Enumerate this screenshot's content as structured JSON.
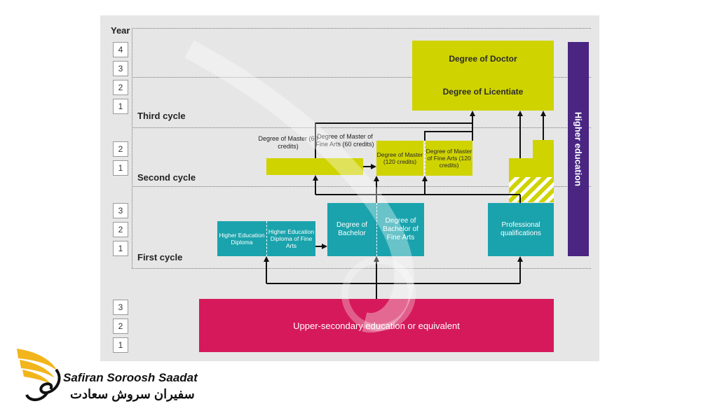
{
  "axis": {
    "year_label": "Year",
    "third_years": [
      "4",
      "3",
      "2",
      "1"
    ],
    "second_years": [
      "2",
      "1"
    ],
    "first_years": [
      "3",
      "2",
      "1"
    ],
    "upper_years": [
      "3",
      "2",
      "1"
    ]
  },
  "cycles": {
    "third": "Third cycle",
    "second": "Second cycle",
    "first": "First cycle"
  },
  "boxes": {
    "doctor": "Degree of Doctor",
    "licentiate": "Degree of Licentiate",
    "master60": "Degree of Master (60 credits)",
    "master_fine_60": "Degree of Master of Fine Arts (60 credits)",
    "master120": "Degree of Master (120 credits)",
    "master_fine_120": "Degree of Master of Fine Arts (120 credits)",
    "he_diploma": "Higher Education Diploma",
    "he_diploma_fine": "Higher Education Diploma of Fine Arts",
    "bachelor": "Degree of Bachelor",
    "bachelor_fine": "Degree of Bachelor of Fine Arts",
    "professional": "Professional qualifications",
    "upper_secondary": "Upper-secondary education or equivalent",
    "higher_education": "Higher education"
  },
  "logo": {
    "name_en": "Safiran Soroosh Saadat",
    "name_fa": "سفیران سروش سعادت"
  },
  "colors": {
    "teal": "#1aa3ad",
    "yellow": "#cfd300",
    "purple": "#4a2582",
    "magenta": "#d5195a",
    "logo_gold": "#f2b51b"
  }
}
